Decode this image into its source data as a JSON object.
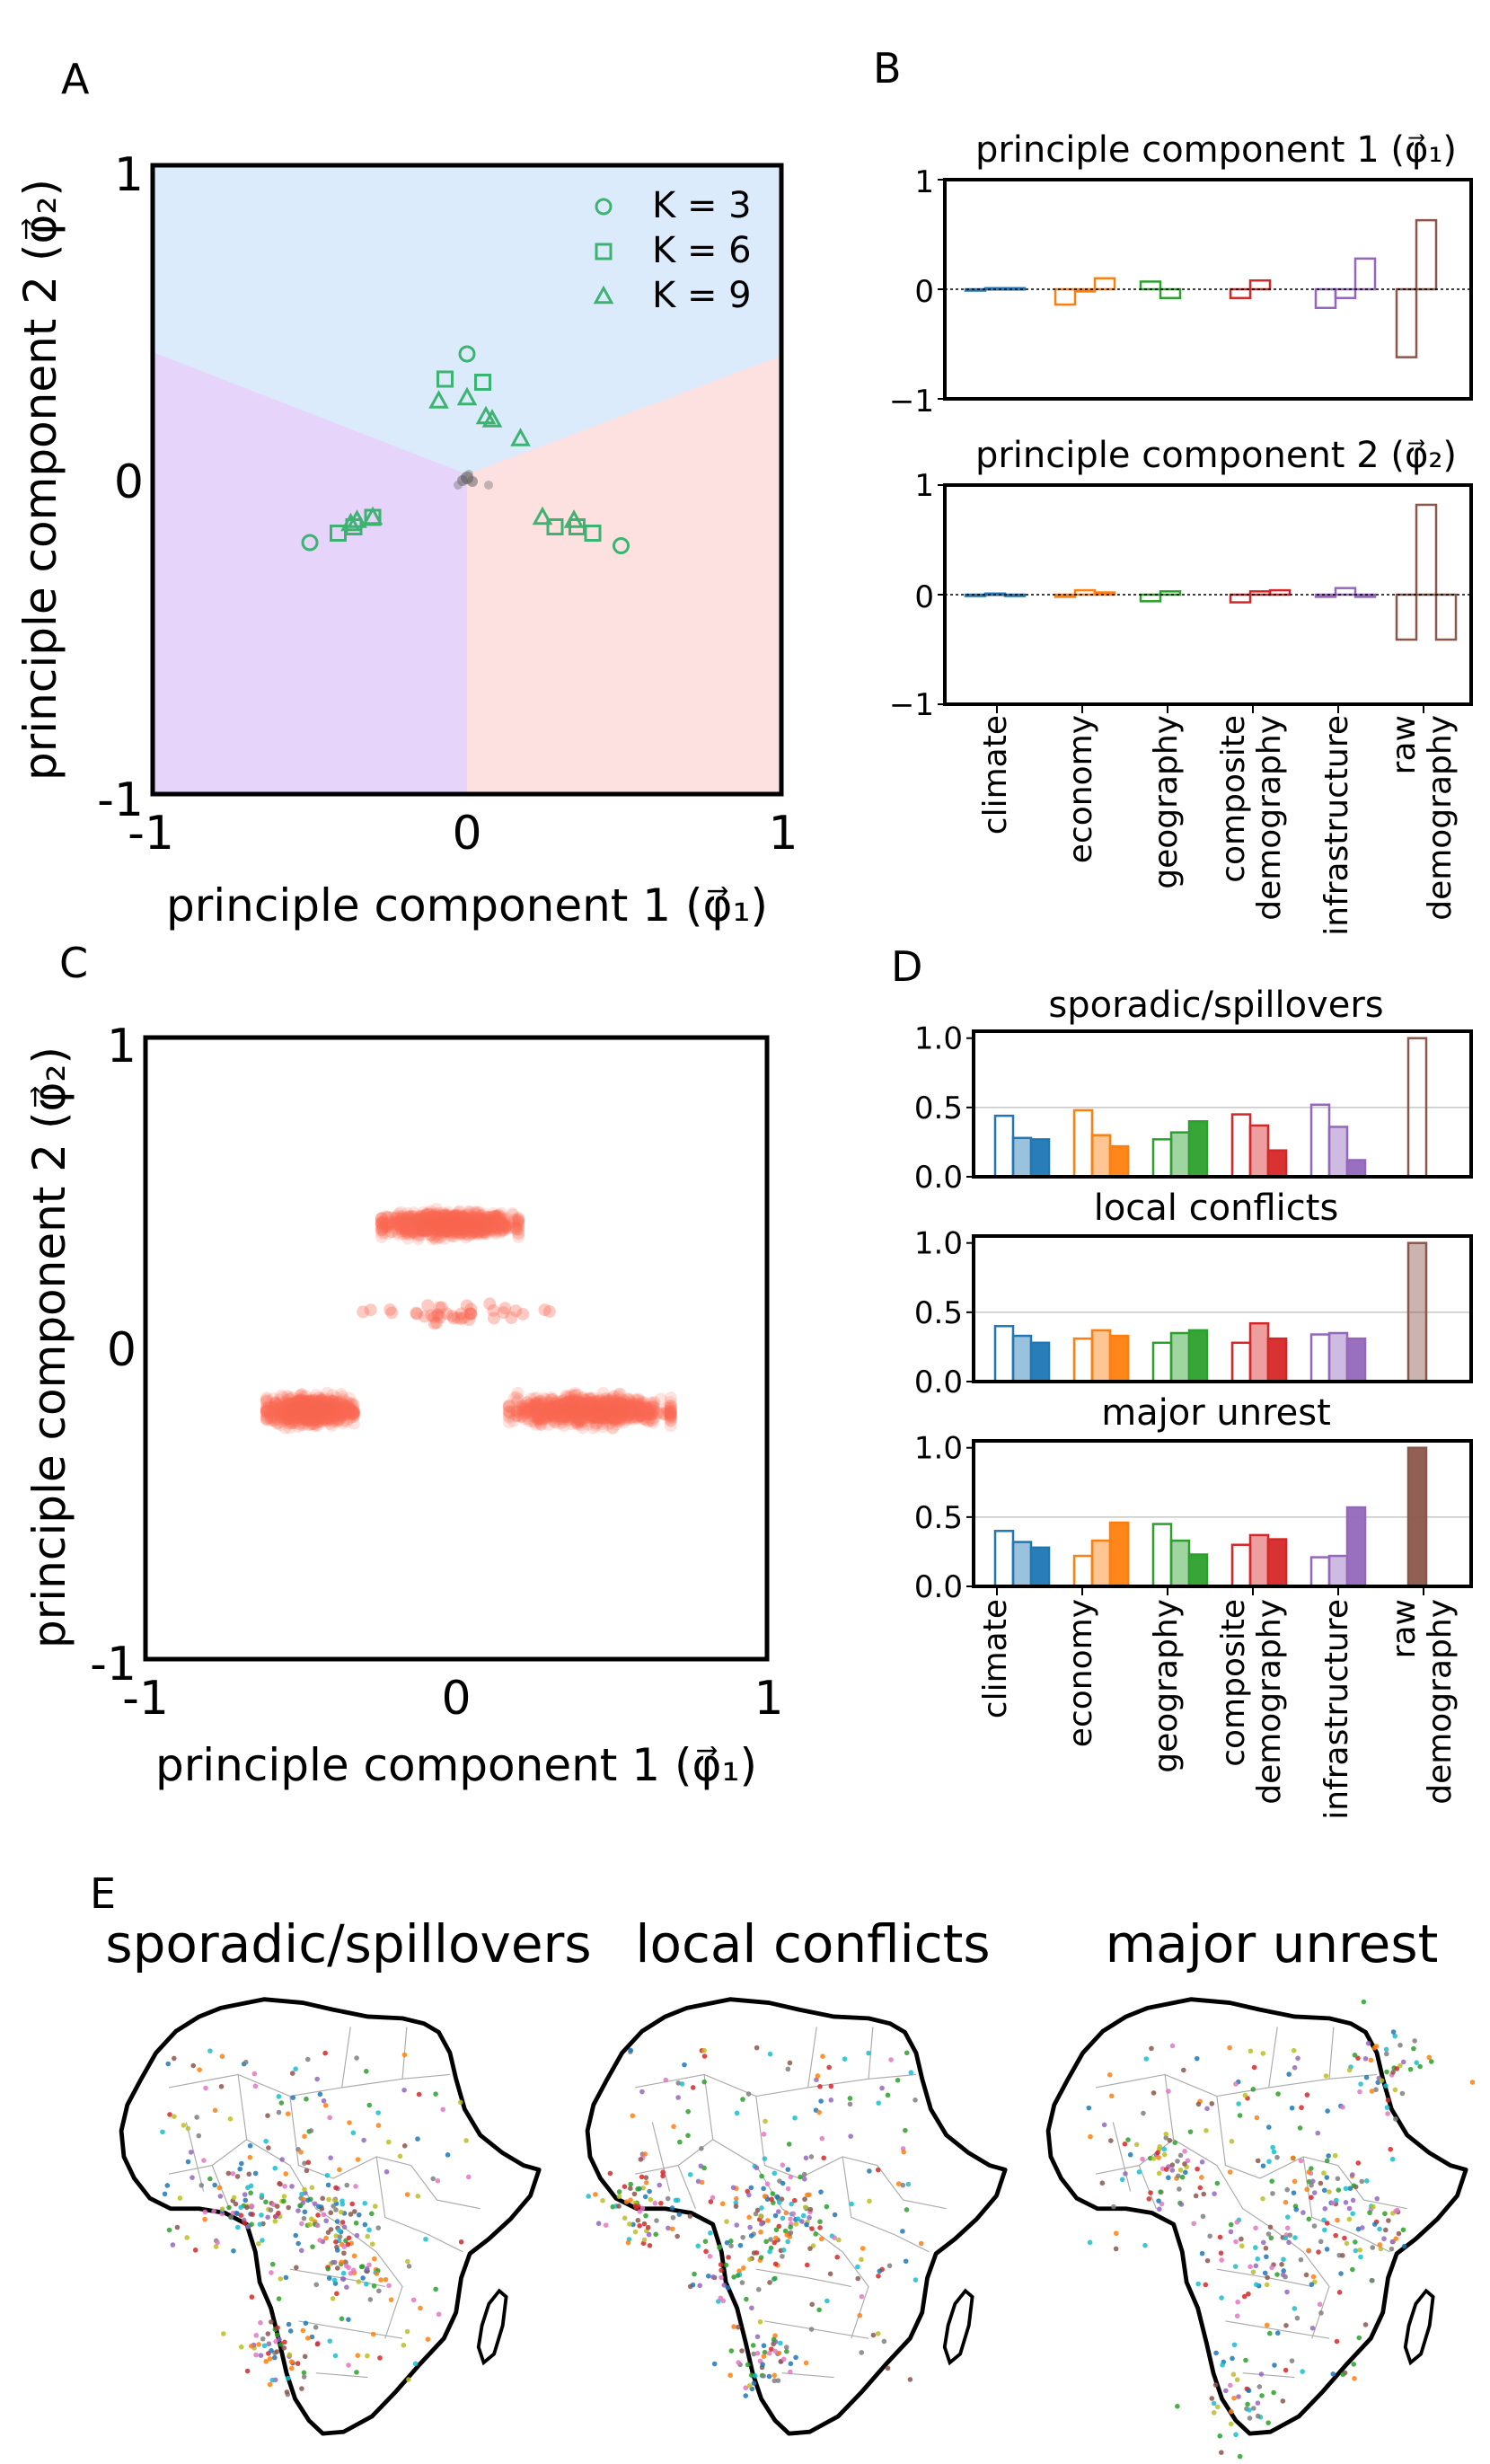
{
  "panels": {
    "A": "A",
    "B": "B",
    "C": "C",
    "D": "D",
    "E": "E"
  },
  "chart_data": [
    {
      "panel": "A",
      "type": "scatter",
      "xlabel": "principle component 1 (φ⃗₁)",
      "ylabel": "principle component 2 (φ⃗₂)",
      "xlim": [
        -1,
        1
      ],
      "ylim": [
        -1,
        1
      ],
      "xticks": [
        "-1",
        "0",
        "1"
      ],
      "yticks": [
        "-1",
        "0",
        "1"
      ],
      "region_colors": {
        "top": "#dcebfb",
        "left": "#e6d4fb",
        "right": "#fde0e0"
      },
      "legend": {
        "position": "top-right",
        "entries": [
          "K = 3",
          "K = 6",
          "K = 9"
        ],
        "markers": [
          "circle",
          "square",
          "triangle"
        ],
        "color": "#3cb371"
      },
      "series": [
        {
          "name": "K = 3",
          "marker": "circle",
          "points": [
            [
              0.0,
              0.4
            ],
            [
              -0.5,
              -0.2
            ],
            [
              0.49,
              -0.21
            ]
          ]
        },
        {
          "name": "K = 6",
          "marker": "square",
          "points": [
            [
              -0.07,
              0.32
            ],
            [
              0.05,
              0.31
            ],
            [
              -0.41,
              -0.17
            ],
            [
              -0.36,
              -0.15
            ],
            [
              0.28,
              -0.15
            ],
            [
              0.35,
              -0.15
            ],
            [
              0.4,
              -0.17
            ],
            [
              -0.3,
              -0.12
            ]
          ]
        },
        {
          "name": "K = 9",
          "marker": "triangle",
          "points": [
            [
              -0.09,
              0.25
            ],
            [
              0.0,
              0.26
            ],
            [
              0.06,
              0.2
            ],
            [
              0.08,
              0.19
            ],
            [
              0.17,
              0.13
            ],
            [
              -0.37,
              -0.14
            ],
            [
              -0.35,
              -0.13
            ],
            [
              -0.3,
              -0.12
            ],
            [
              0.24,
              -0.12
            ],
            [
              0.34,
              -0.13
            ]
          ]
        }
      ]
    },
    {
      "panel": "B",
      "type": "bar",
      "subplots": [
        {
          "title": "principle component 1 (φ⃗₁)",
          "ylim": [
            -1,
            1
          ],
          "yticks": [
            "1",
            "0",
            "−1"
          ],
          "groups": [
            {
              "category": "climate",
              "color": "#1f77b4",
              "values": [
                -0.01,
                0.01,
                0.01
              ]
            },
            {
              "category": "economy",
              "color": "#ff7f0e",
              "values": [
                -0.14,
                -0.02,
                0.1
              ]
            },
            {
              "category": "geography",
              "color": "#2ca02c",
              "values": [
                0.07,
                -0.08
              ]
            },
            {
              "category": "composite demography",
              "color": "#d62728",
              "values": [
                -0.08,
                0.08
              ]
            },
            {
              "category": "infrastructure",
              "color": "#9467bd",
              "values": [
                -0.17,
                -0.08,
                0.28
              ]
            },
            {
              "category": "raw demography",
              "color": "#8c564b",
              "values": [
                -0.62,
                0.63
              ]
            }
          ]
        },
        {
          "title": "principle component 2 (φ⃗₂)",
          "ylim": [
            -1,
            1
          ],
          "yticks": [
            "1",
            "0",
            "−1"
          ],
          "groups": [
            {
              "category": "climate",
              "color": "#1f77b4",
              "values": [
                0.0,
                0.01,
                0.0
              ]
            },
            {
              "category": "economy",
              "color": "#ff7f0e",
              "values": [
                -0.02,
                0.04,
                0.02
              ]
            },
            {
              "category": "geography",
              "color": "#2ca02c",
              "values": [
                -0.06,
                0.03
              ]
            },
            {
              "category": "composite demography",
              "color": "#d62728",
              "values": [
                -0.07,
                0.03,
                0.04
              ]
            },
            {
              "category": "infrastructure",
              "color": "#9467bd",
              "values": [
                -0.02,
                0.06,
                -0.02
              ]
            },
            {
              "category": "raw demography",
              "color": "#8c564b",
              "values": [
                -0.41,
                0.82,
                -0.41
              ]
            }
          ]
        }
      ],
      "categories": [
        "climate",
        "economy",
        "geography",
        "composite\ndemography",
        "infrastructure",
        "raw\ndemography"
      ]
    },
    {
      "panel": "C",
      "type": "scatter",
      "xlabel": "principle component 1 (φ⃗₁)",
      "ylabel": "principle component 2 (φ⃗₂)",
      "xlim": [
        -1,
        1
      ],
      "ylim": [
        -1,
        1
      ],
      "xticks": [
        "-1",
        "0",
        "1"
      ],
      "yticks": [
        "-1",
        "0",
        "1"
      ],
      "point_color": "#fa6a55",
      "clusters": [
        {
          "center": [
            -0.02,
            0.4
          ],
          "spread": [
            0.22,
            0.03
          ],
          "n": 1100
        },
        {
          "center": [
            -0.47,
            -0.2
          ],
          "spread": [
            0.14,
            0.035
          ],
          "n": 1000
        },
        {
          "center": [
            0.43,
            -0.2
          ],
          "spread": [
            0.26,
            0.035
          ],
          "n": 1100
        },
        {
          "center": [
            0.0,
            0.11
          ],
          "spread": [
            0.3,
            0.03
          ],
          "n": 40
        }
      ]
    },
    {
      "panel": "D",
      "type": "bar",
      "ylim": [
        0,
        1.05
      ],
      "yticks": [
        "1.0",
        "0.5",
        "0.0"
      ],
      "subplots": [
        {
          "title": "sporadic/spillovers",
          "fill_style": "light",
          "groups": [
            [
              0.44,
              0.28,
              0.27
            ],
            [
              0.48,
              0.3,
              0.22
            ],
            [
              0.27,
              0.32,
              0.4
            ],
            [
              0.45,
              0.37,
              0.19
            ],
            [
              0.52,
              0.36,
              0.12
            ],
            [
              1.0
            ]
          ]
        },
        {
          "title": "local conflicts",
          "fill_style": "mid",
          "groups": [
            [
              0.4,
              0.33,
              0.28
            ],
            [
              0.31,
              0.37,
              0.33
            ],
            [
              0.28,
              0.35,
              0.37
            ],
            [
              0.28,
              0.42,
              0.31
            ],
            [
              0.34,
              0.35,
              0.31
            ],
            [
              1.0
            ]
          ]
        },
        {
          "title": "major unrest",
          "fill_style": "dark",
          "groups": [
            [
              0.4,
              0.32,
              0.28
            ],
            [
              0.22,
              0.33,
              0.46
            ],
            [
              0.45,
              0.33,
              0.23
            ],
            [
              0.3,
              0.37,
              0.34
            ],
            [
              0.21,
              0.22,
              0.57
            ],
            [
              1.0
            ]
          ]
        }
      ],
      "colors": [
        "#1f77b4",
        "#ff7f0e",
        "#2ca02c",
        "#d62728",
        "#9467bd",
        "#8c564b"
      ],
      "categories": [
        "climate",
        "economy",
        "geography",
        "composite\ndemography",
        "infrastructure",
        "raw\ndemography"
      ]
    },
    {
      "panel": "E",
      "type": "map",
      "maps": [
        {
          "title": "sporadic/spillovers"
        },
        {
          "title": "local conflicts"
        },
        {
          "title": "major unrest"
        }
      ],
      "palette": [
        "#1f77b4",
        "#ff7f0e",
        "#2ca02c",
        "#d62728",
        "#9467bd",
        "#8c564b",
        "#e377c2",
        "#7f7f7f",
        "#bcbd22",
        "#17becf"
      ]
    }
  ]
}
